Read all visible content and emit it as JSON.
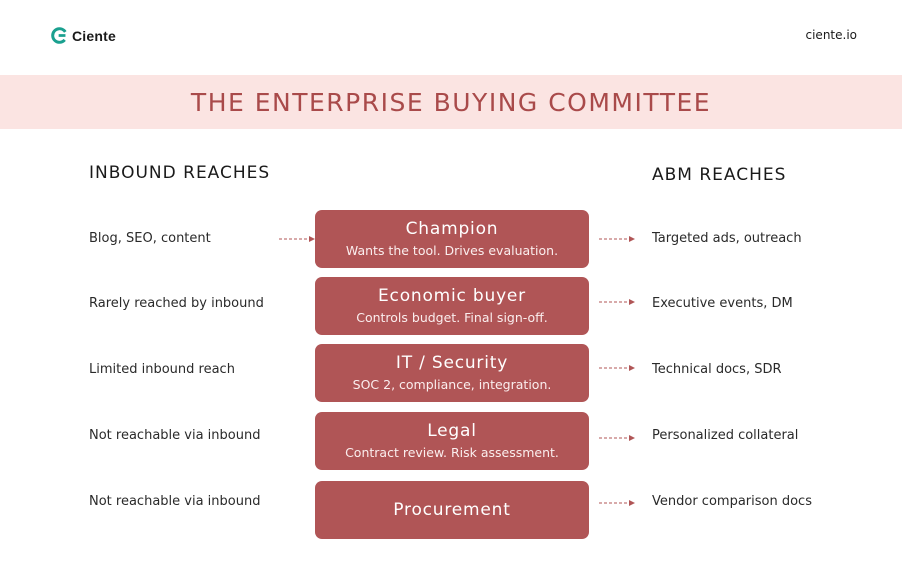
{
  "brand": {
    "logo_text": "Ciente",
    "site_url": "ciente.io",
    "accent_color": "#b05556",
    "band_color": "#fbe4e2",
    "logo_color": "#1aa08f"
  },
  "title": "THE ENTERPRISE BUYING COMMITTEE",
  "left_heading": "INBOUND REACHES",
  "right_heading": "ABM REACHES",
  "rows": [
    {
      "inbound": "Blog, SEO, content",
      "role": "Champion",
      "description": "Wants the tool. Drives evaluation.",
      "abm": "Targeted ads, outreach"
    },
    {
      "inbound": "Rarely reached by inbound",
      "role": "Economic buyer",
      "description": "Controls budget. Final sign-off.",
      "abm": "Executive events, DM"
    },
    {
      "inbound": "Limited inbound reach",
      "role": "IT / Security",
      "description": "SOC 2, compliance, integration.",
      "abm": "Technical docs, SDR"
    },
    {
      "inbound": "Not reachable via inbound",
      "role": "Legal",
      "description": "Contract review. Risk assessment.",
      "abm": "Personalized collateral"
    },
    {
      "inbound": "Not reachable via inbound",
      "role": "Procurement",
      "description": "",
      "abm": "Vendor comparison docs"
    }
  ]
}
